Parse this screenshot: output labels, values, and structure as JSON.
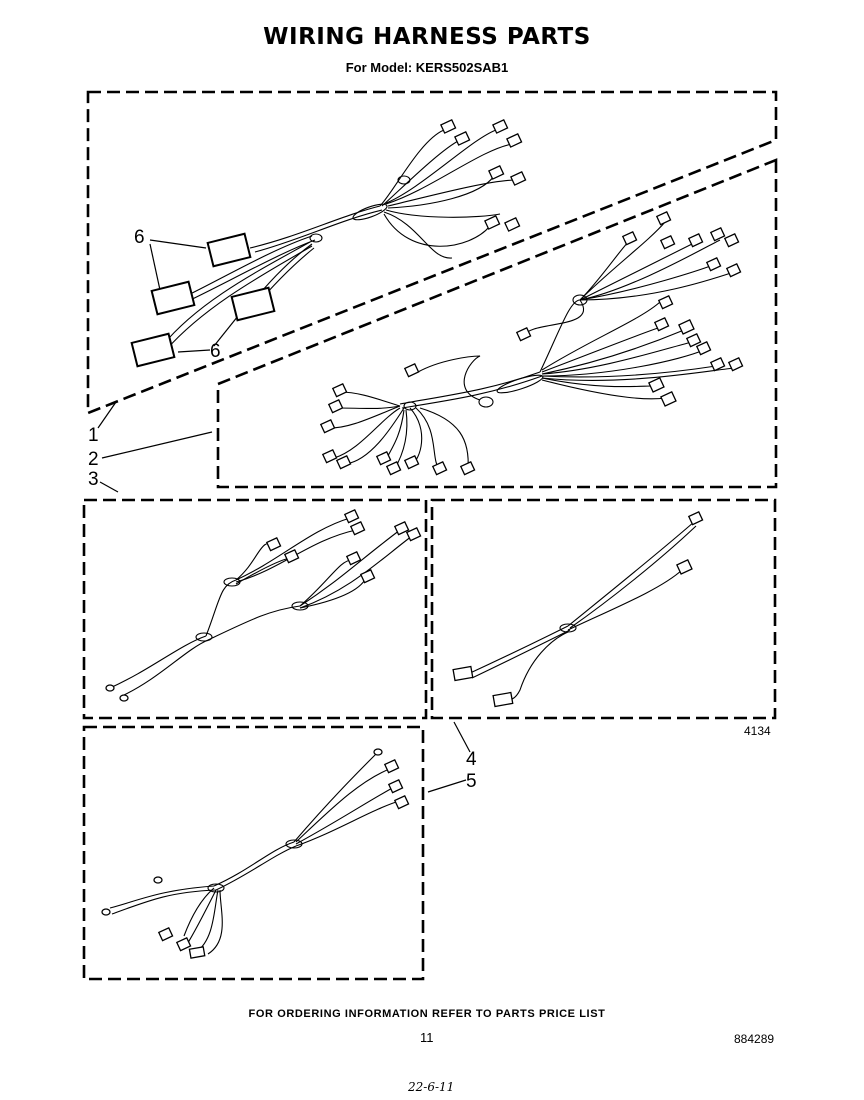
{
  "header": {
    "title": "WIRING HARNESS PARTS",
    "subtitle": "For Model: KERS502SAB1"
  },
  "callouts": {
    "item1": "1",
    "item2": "2",
    "item3": "3",
    "item4": "4",
    "item5": "5",
    "item6_top": "6",
    "item6_bottom": "6"
  },
  "figure_number": "4134",
  "footer": {
    "note": "FOR ORDERING INFORMATION REFER TO PARTS PRICE LIST",
    "page_number": "11",
    "document_number": "884289",
    "handwritten_note": "22-6-11"
  }
}
